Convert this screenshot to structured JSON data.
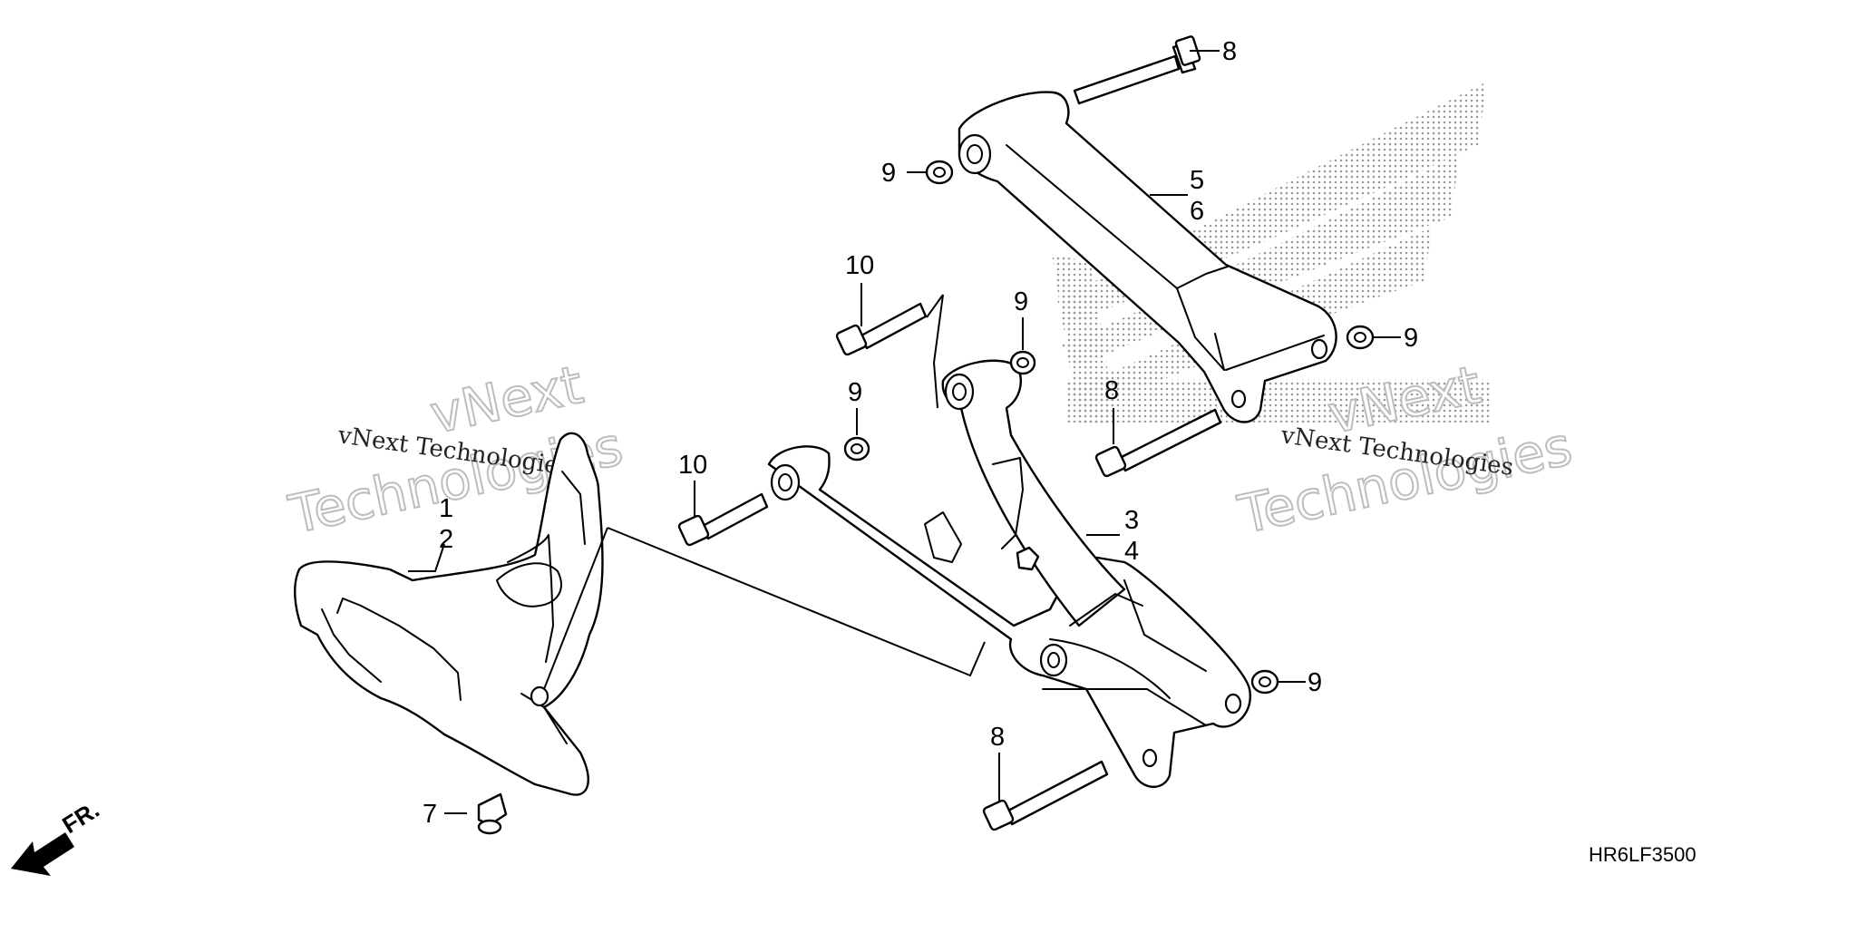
{
  "callouts": {
    "c1": "1",
    "c2": "2",
    "c3": "3",
    "c4": "4",
    "c5": "5",
    "c6": "6",
    "c7": "7",
    "c8a": "8",
    "c8b": "8",
    "c8c": "8",
    "c9a": "9",
    "c9b": "9",
    "c9c": "9",
    "c9d": "9",
    "c9e": "9",
    "c10a": "10",
    "c10b": "10"
  },
  "diagram_code": "HR6LF3500",
  "front_marker": "FR.",
  "watermarks": {
    "left_small": "vNext Technologies",
    "left_big_1": "vNext",
    "left_big_2": "Technologies",
    "right_small": "vNext Technologies",
    "right_big_1": "vNext",
    "right_big_2": "Technologies"
  },
  "colors": {
    "line": "#000000",
    "background": "#ffffff",
    "dot_pattern": "#9a9a9a",
    "watermark_outline": "#bdbdbd"
  }
}
